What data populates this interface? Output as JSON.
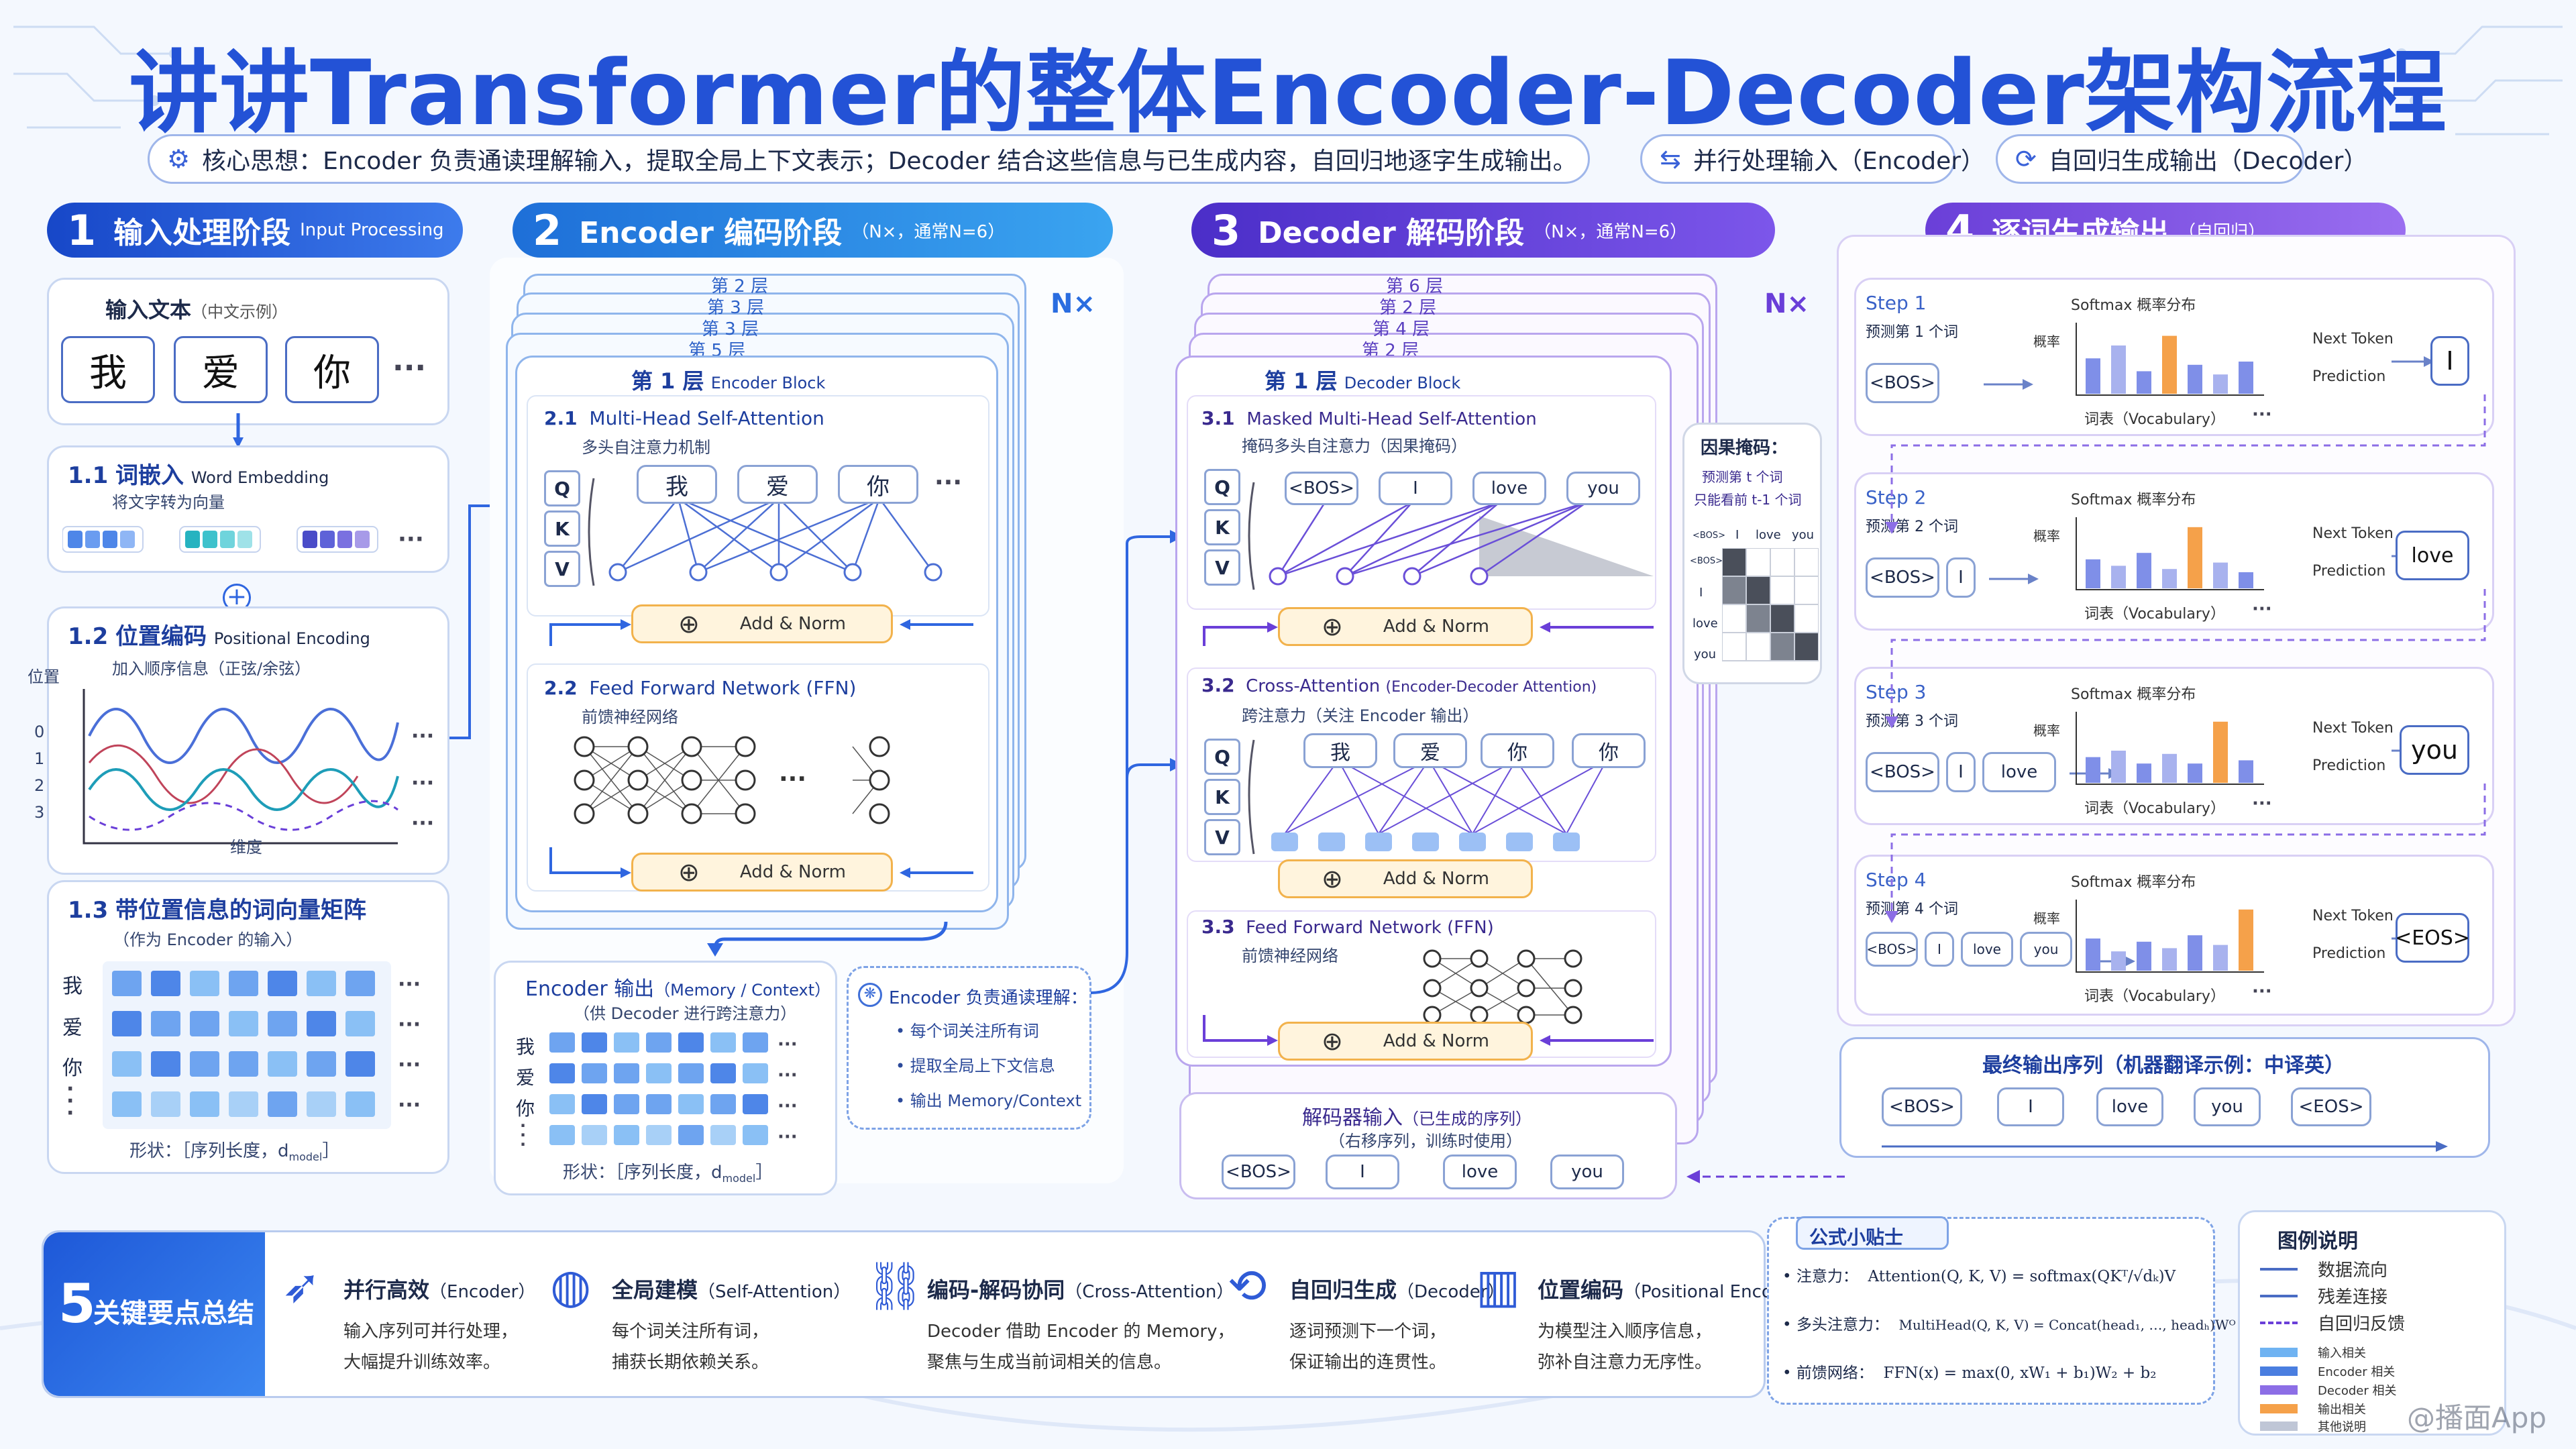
{
  "title": "讲讲Transformer的整体Encoder-Decoder架构流程",
  "banner": {
    "core": "核心思想：Encoder 负责通读理解输入，提取全局上下文表示；Decoder 结合这些信息与已生成内容，自回归地逐字生成输出。",
    "parallel": "并行处理输入（Encoder）",
    "autoreg": "自回归生成输出（Decoder）"
  },
  "stage1": {
    "num": "1",
    "title": "输入处理阶段",
    "sub": "Input Processing",
    "input_text": "输入文本",
    "input_sub": "（中文示例）",
    "tokens": [
      "我",
      "爱",
      "你"
    ],
    "s11_num": "1.1",
    "s11_title": "词嵌入",
    "s11_en": "Word Embedding",
    "s11_desc": "将文字转为向量",
    "s12_num": "1.2",
    "s12_title": "位置编码",
    "s12_en": "Positional Encoding",
    "s12_desc": "加入顺序信息（正弦/余弦）",
    "pos_axis": "位置",
    "dim_axis": "维度",
    "pos_ticks": [
      "0",
      "1",
      "2",
      "3"
    ],
    "s13_num": "1.3",
    "s13_title": "带位置信息的词向量矩阵",
    "s13_desc": "（作为 Encoder 的输入）",
    "shape": "形状：［序列长度，d",
    "shape_sub": "model",
    "shape_end": "］"
  },
  "stage2": {
    "num": "2",
    "title": "Encoder 编码阶段",
    "sub": "（N×，通常N=6）",
    "nx": "N×",
    "layers": [
      "第 2 层",
      "第 3 层",
      "第 3 层",
      "第 5 层"
    ],
    "block_title": "第 1 层",
    "block_en": "Encoder Block",
    "s21_num": "2.1",
    "s21_title": "Multi-Head Self-Attention",
    "s21_desc": "多头自注意力机制",
    "qkv": [
      "Q",
      "K",
      "V"
    ],
    "tokens": [
      "我",
      "爱",
      "你"
    ],
    "addnorm": "Add & Norm",
    "s22_num": "2.2",
    "s22_title": "Feed Forward Network (FFN)",
    "s22_desc": "前馈神经网络",
    "out_title": "Encoder 输出",
    "out_en": "（Memory / Context）",
    "out_desc": "（供 Decoder 进行跨注意力）",
    "out_rows": [
      "我",
      "爱",
      "你"
    ],
    "note_title": "Encoder 负责通读理解：",
    "note_items": [
      "• 每个词关注所有词",
      "• 提取全局上下文信息",
      "• 输出 Memory/Context"
    ]
  },
  "stage3": {
    "num": "3",
    "title": "Decoder 解码阶段",
    "sub": "（N×，通常N=6）",
    "nx": "N×",
    "layers": [
      "第 6 层",
      "第 2 层",
      "第 4 层",
      "第 2 层"
    ],
    "block_title": "第 1 层",
    "block_en": "Decoder Block",
    "s31_num": "3.1",
    "s31_title": "Masked Multi-Head Self-Attention",
    "s31_desc": "掩码多头自注意力（因果掩码）",
    "tokens": [
      "<BOS>",
      "I",
      "love",
      "you"
    ],
    "mask_title": "因果掩码：",
    "mask_l1": "预测第 t 个词",
    "mask_l2": "只能看前 t-1 个词",
    "mask_cols": [
      "<BOS>",
      "I",
      "love",
      "you"
    ],
    "mask_rows": [
      "<BOS>",
      "I",
      "love",
      "you"
    ],
    "s32_num": "3.2",
    "s32_title": "Cross-Attention",
    "s32_en": "(Encoder-Decoder Attention)",
    "s32_desc": "跨注意力（关注 Encoder 输出）",
    "cross_tokens": [
      "我",
      "爱",
      "你",
      "你"
    ],
    "s33_num": "3.3",
    "s33_title": "Feed Forward Network (FFN)",
    "s33_desc": "前馈神经网络",
    "addnorm": "Add & Norm",
    "input_title": "解码器输入",
    "input_sub": "（已生成的序列）",
    "input_desc": "（右移序列，训练时使用）",
    "input_tokens": [
      "<BOS>",
      "I",
      "love",
      "you"
    ]
  },
  "stage4": {
    "num": "4",
    "title": "逐词生成输出",
    "sub": "（自回归）",
    "softmax": "Softmax 概率分布",
    "prob": "概率",
    "vocab": "词表（Vocabulary）",
    "next1": "Next Token",
    "next2": "Prediction",
    "steps": [
      {
        "step": "Step 1",
        "desc": "预测第 1 个词",
        "ctx": [
          "<BOS>"
        ],
        "out": "I"
      },
      {
        "step": "Step 2",
        "desc": "预测第 2 个词",
        "ctx": [
          "<BOS>",
          "I"
        ],
        "out": "love"
      },
      {
        "step": "Step 3",
        "desc": "预测第 3 个词",
        "ctx": [
          "<BOS>",
          "I",
          "love"
        ],
        "out": "you"
      },
      {
        "step": "Step 4",
        "desc": "预测第 4 个词",
        "ctx": [
          "<BOS>",
          "I",
          "love",
          "you"
        ],
        "out": "<EOS>"
      }
    ],
    "final_title": "最终输出序列（机器翻译示例：中译英）",
    "final_tokens": [
      "<BOS>",
      "I",
      "love",
      "you",
      "<EOS>"
    ]
  },
  "summary": {
    "num": "5",
    "title": "关键要点总结",
    "items": [
      {
        "icon": "rocket-icon",
        "t": "并行高效",
        "en": "（Encoder）",
        "d1": "输入序列可并行处理，",
        "d2": "大幅提升训练效率。"
      },
      {
        "icon": "globe-icon",
        "t": "全局建模",
        "en": "（Self-Attention）",
        "d1": "每个词关注所有词，",
        "d2": "捕获长期依赖关系。"
      },
      {
        "icon": "link-icon",
        "t": "编码-解码协同",
        "en": "（Cross-Attention）",
        "d1": "Decoder 借助 Encoder 的 Memory，",
        "d2": "聚焦与生成当前词相关的信息。"
      },
      {
        "icon": "cycle-icon",
        "t": "自回归生成",
        "en": "（Decoder）",
        "d1": "逐词预测下一个词，",
        "d2": "保证输出的连贯性。"
      },
      {
        "icon": "chart-icon",
        "t": "位置编码",
        "en": "（Positional Encoding）",
        "d1": "为模型注入顺序信息，",
        "d2": "弥补自注意力无序性。"
      }
    ]
  },
  "formula": {
    "title": "公式小贴士",
    "l1_label": "• 注意力：",
    "l1": "Attention(Q, K, V) = softmax(QKᵀ/√dₖ)V",
    "l2_label": "• 多头注意力：",
    "l2": "MultiHead(Q, K, V) = Concat(head₁, …, headₕ)Wᴼ",
    "l3_label": "• 前馈网络：",
    "l3": "FFN(x) = max(0, xW₁ + b₁)W₂ + b₂"
  },
  "legend": {
    "title": "图例说明",
    "items": [
      "数据流向",
      "残差连接",
      "自回归反馈"
    ],
    "colors": [
      "输入相关",
      "Encoder 相关",
      "Decoder 相关",
      "输出相关",
      "其他说明"
    ],
    "color_values": [
      "#6fb3f2",
      "#4a7ee0",
      "#8c6ee6",
      "#f5a14a",
      "#bfc6d6"
    ]
  },
  "watermark": "@播面App",
  "colors": {
    "title": "#2352d6",
    "stage1": "#1f56d6",
    "stage2": "#2680e8",
    "stage3": "#6a3fd8",
    "stage4": "#7b4ae2",
    "addnorm": "#f2b24c",
    "bar_blue": "#7f8fe8",
    "bar_orange": "#f5a14a"
  }
}
